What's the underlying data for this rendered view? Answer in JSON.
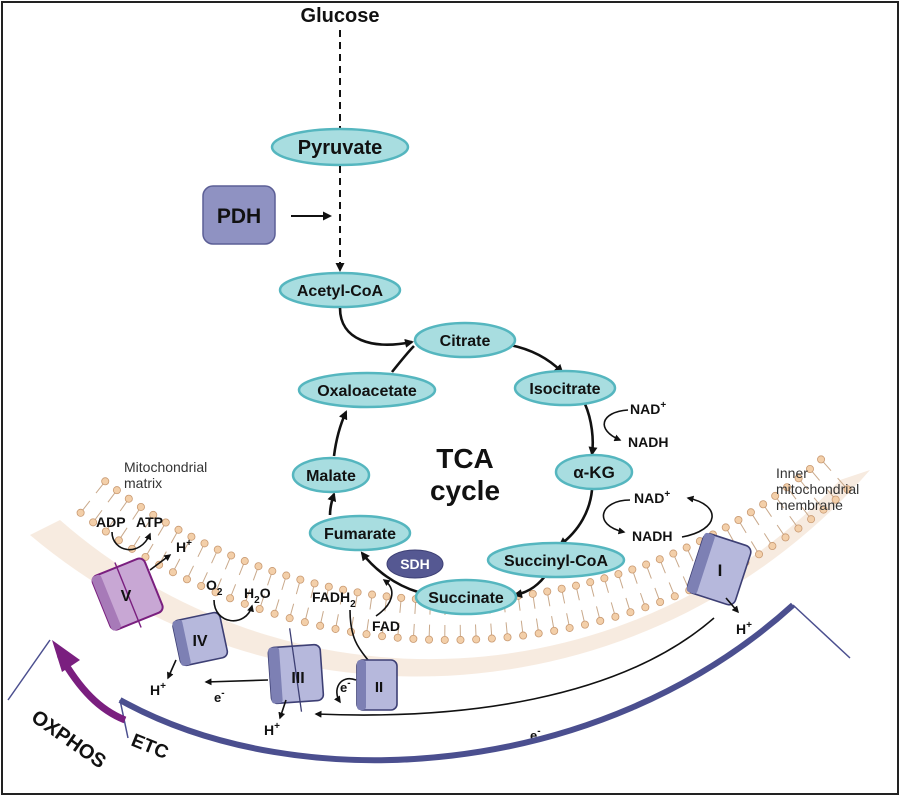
{
  "diagram": {
    "glucose": "Glucose",
    "pyruvate": "Pyruvate",
    "pdh": "PDH",
    "acetyl_coa": "Acetyl-CoA",
    "cycle": {
      "title_line1": "TCA",
      "title_line2": "cycle",
      "citrate": "Citrate",
      "isocitrate": "Isocitrate",
      "akg": "α-KG",
      "succinyl_coa": "Succinyl-CoA",
      "succinate": "Succinate",
      "fumarate": "Fumarate",
      "malate": "Malate",
      "oxaloacetate": "Oxaloacetate",
      "sdh": "SDH"
    },
    "cofactors": {
      "nad_plus": "NAD",
      "nad_sup": "+",
      "nadh": "NADH",
      "fadh": "FADH",
      "fadh_sub": "2",
      "fad": "FAD"
    },
    "membrane": {
      "matrix_line1": "Mitochondrial",
      "matrix_line2": "matrix",
      "inner_line1": "Inner",
      "inner_line2": "mitochondrial",
      "inner_line3": "membrane"
    },
    "complexes": {
      "c1": "I",
      "c2": "II",
      "c3": "III",
      "c4": "IV",
      "c5": "V"
    },
    "ions": {
      "h": "H",
      "h_sup": "+",
      "e": "e",
      "e_sup": "-",
      "o": "O",
      "o_sub": "2",
      "h2o_h": "H",
      "h2o_sub": "2",
      "h2o_o": "O",
      "adp": "ADP",
      "atp": "ATP"
    },
    "bottom": {
      "oxphos": "OXPHOS",
      "etc": "ETC"
    }
  },
  "colors": {
    "pill_fill": "#a8dde0",
    "pill_stroke": "#55b6bf",
    "complex_fill": "#b6b8dc",
    "complex_v_fill": "#c8a7d4",
    "membrane_glow": "#f6e4d4",
    "etc_arc": "#4b4f8f",
    "oxphos_arrow": "#7a1f7f"
  }
}
